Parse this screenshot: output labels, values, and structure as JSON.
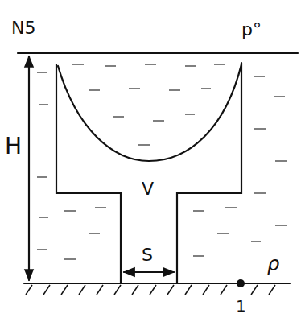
{
  "diagram": {
    "labels": [
      "N5",
      "p°",
      "H",
      "V",
      "S",
      "ρ",
      "1"
    ]
  }
}
